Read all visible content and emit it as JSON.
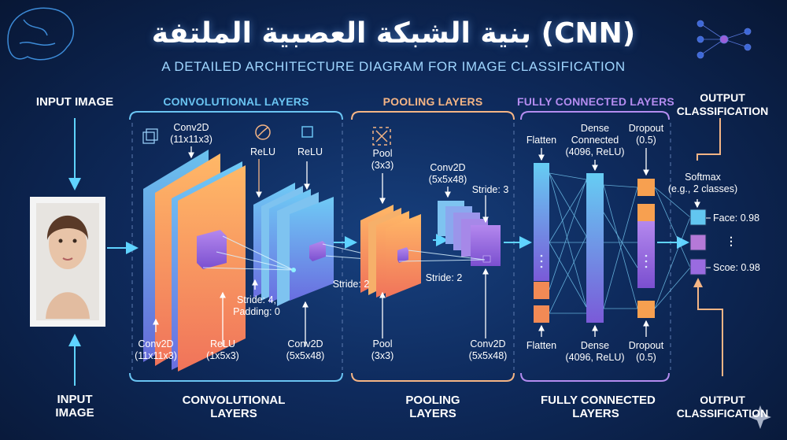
{
  "header": {
    "title": "بنية الشبكة العصبية الملتفة (CNN)",
    "subtitle": "A DETAILED ARCHITECTURE DIAGRAM FOR IMAGE CLASSIFICATION"
  },
  "input": {
    "top_label": "INPUT IMAGE",
    "bottom_label_1": "INPUT",
    "bottom_label_2": "IMAGE"
  },
  "sections": {
    "conv": {
      "header": "CONVOLUTIONAL LAYERS",
      "footer_1": "CONVOLUTIONAL",
      "footer_2": "LAYERS",
      "color": "#6ac4f2"
    },
    "pool": {
      "header": "POOLING LAYERS",
      "footer_1": "POOLING",
      "footer_2": "LAYERS",
      "color": "#f5b585"
    },
    "fc": {
      "header": "FULLY CONNECTED LAYERS",
      "footer_1": "FULLY CONNECTED",
      "footer_2": "LAYERS",
      "color": "#b48cf0"
    },
    "out": {
      "header_1": "OUTPUT",
      "header_2": "CLASSIFICATION",
      "footer_1": "OUTPUT",
      "footer_2": "CLASSIFICATION"
    }
  },
  "labels": {
    "conv1_top_1": "Conv2D",
    "conv1_top_2": "(11x11x3)",
    "relu_a": "ReLU",
    "relu_b": "ReLU",
    "stride4_1": "Stride: 4,",
    "stride4_2": "Padding: 0",
    "stride2_a": "Stride: 2",
    "conv1_bot_1": "Conv2D",
    "conv1_bot_2": "(11x11x3)",
    "relu_bot_1": "ReLU",
    "relu_bot_2": "(1x5x3)",
    "conv2_bot_1": "Conv2D",
    "conv2_bot_2": "(5x5x48)",
    "pool_top_1": "Pool",
    "pool_top_2": "(3x3)",
    "pool_bot_1": "Pool",
    "pool_bot_2": "(3x3)",
    "conv3_top_1": "Conv2D",
    "conv3_top_2": "(5x5x48)",
    "stride3": "Stride: 3",
    "stride2_b": "Stride: 2",
    "conv3_bot_1": "Conv2D",
    "conv3_bot_2": "(5x5x48)",
    "flatten_top": "Flatten",
    "flatten_bot": "Flatten",
    "dense_top_1": "Dense",
    "dense_top_2": "Connected",
    "dense_top_3": "(4096, ReLU)",
    "dense_bot_1": "Dense",
    "dense_bot_2": "(4096, ReLU)",
    "dropout_top_1": "Dropout",
    "dropout_top_2": "(0.5)",
    "dropout_bot_1": "Dropout",
    "dropout_bot_2": "(0.5)",
    "softmax_1": "Softmax",
    "softmax_2": "(e.g., 2 classes)",
    "class_face": "Face: 0.98",
    "class_ellipsis": "⋮",
    "class_scoe": "Scoe: 0.98"
  },
  "colors": {
    "blue": "#5ab8ef",
    "orange": "#f7a65a",
    "purple": "#9a6be0",
    "arrow": "#5fd3ff"
  }
}
